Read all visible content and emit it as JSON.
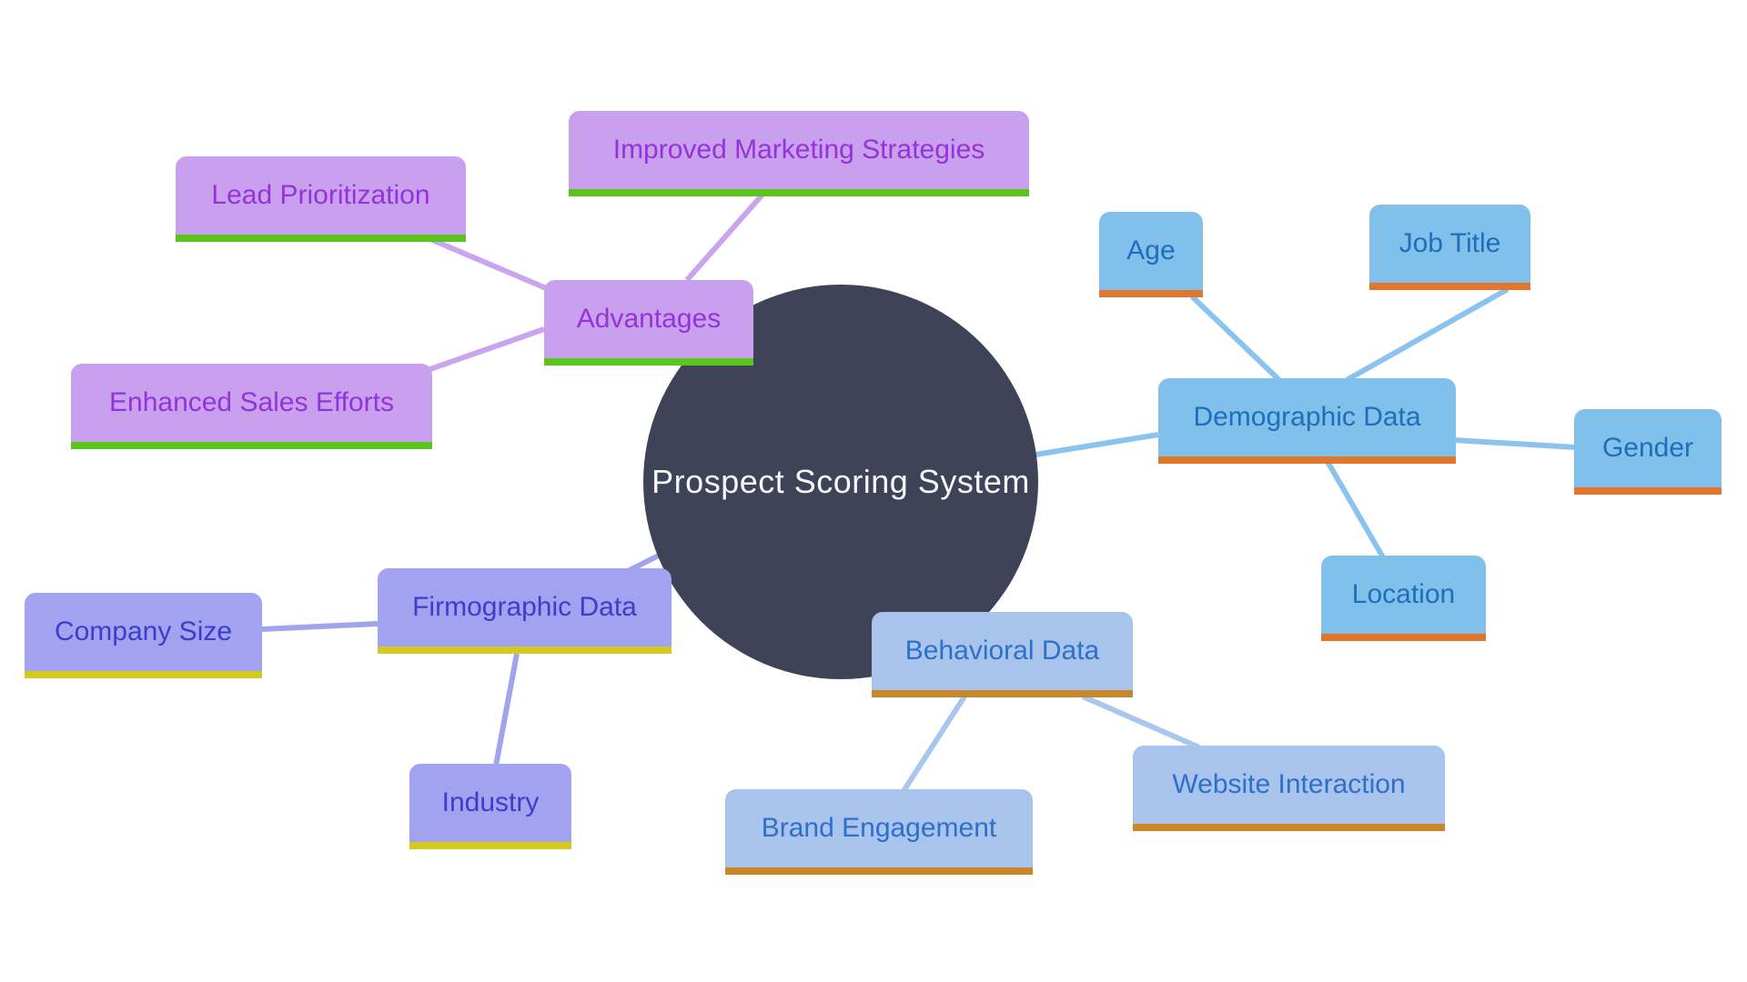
{
  "diagram": {
    "type": "mindmap",
    "center": {
      "id": "prospect_scoring_system",
      "label": "Prospect Scoring System",
      "bg": "#3f4358",
      "text": "#f5f7fa"
    },
    "groups": {
      "advantages": {
        "bg": "#c9a0ee",
        "text": "#9333d9",
        "underline": "#5bc41d",
        "edge": "#caa4ee"
      },
      "demographic": {
        "bg": "#82c0ec",
        "text": "#1c6fb8",
        "underline": "#e2762d",
        "edge": "#8ac3ee"
      },
      "firmographic": {
        "bg": "#a2a3f0",
        "text": "#3d3dcc",
        "underline": "#d4c91e",
        "edge": "#a0a3ee"
      },
      "behavioral": {
        "bg": "#a9c4ec",
        "text": "#2e6fc9",
        "underline": "#c9872b",
        "edge": "#a8c6ee"
      }
    },
    "labels": {
      "advantages": "Advantages",
      "lead_prioritization": "Lead Prioritization",
      "improved_marketing_strategies": "Improved Marketing Strategies",
      "enhanced_sales_efforts": "Enhanced Sales Efforts",
      "demographic_data": "Demographic Data",
      "age": "Age",
      "job_title": "Job Title",
      "gender": "Gender",
      "location": "Location",
      "firmographic_data": "Firmographic Data",
      "company_size": "Company Size",
      "industry": "Industry",
      "behavioral_data": "Behavioral Data",
      "brand_engagement": "Brand Engagement",
      "website_interaction": "Website Interaction"
    },
    "edges": [
      {
        "from": "improved_marketing_strategies",
        "to": "advantages"
      },
      {
        "from": "lead_prioritization",
        "to": "advantages"
      },
      {
        "from": "enhanced_sales_efforts",
        "to": "advantages"
      },
      {
        "from": "prospect_scoring_system",
        "to": "demographic_data"
      },
      {
        "from": "age",
        "to": "demographic_data"
      },
      {
        "from": "job_title",
        "to": "demographic_data"
      },
      {
        "from": "demographic_data",
        "to": "gender"
      },
      {
        "from": "demographic_data",
        "to": "location"
      },
      {
        "from": "prospect_scoring_system",
        "to": "firmographic_data"
      },
      {
        "from": "company_size",
        "to": "firmographic_data"
      },
      {
        "from": "firmographic_data",
        "to": "industry"
      },
      {
        "from": "behavioral_data",
        "to": "brand_engagement"
      },
      {
        "from": "behavioral_data",
        "to": "website_interaction"
      }
    ]
  }
}
